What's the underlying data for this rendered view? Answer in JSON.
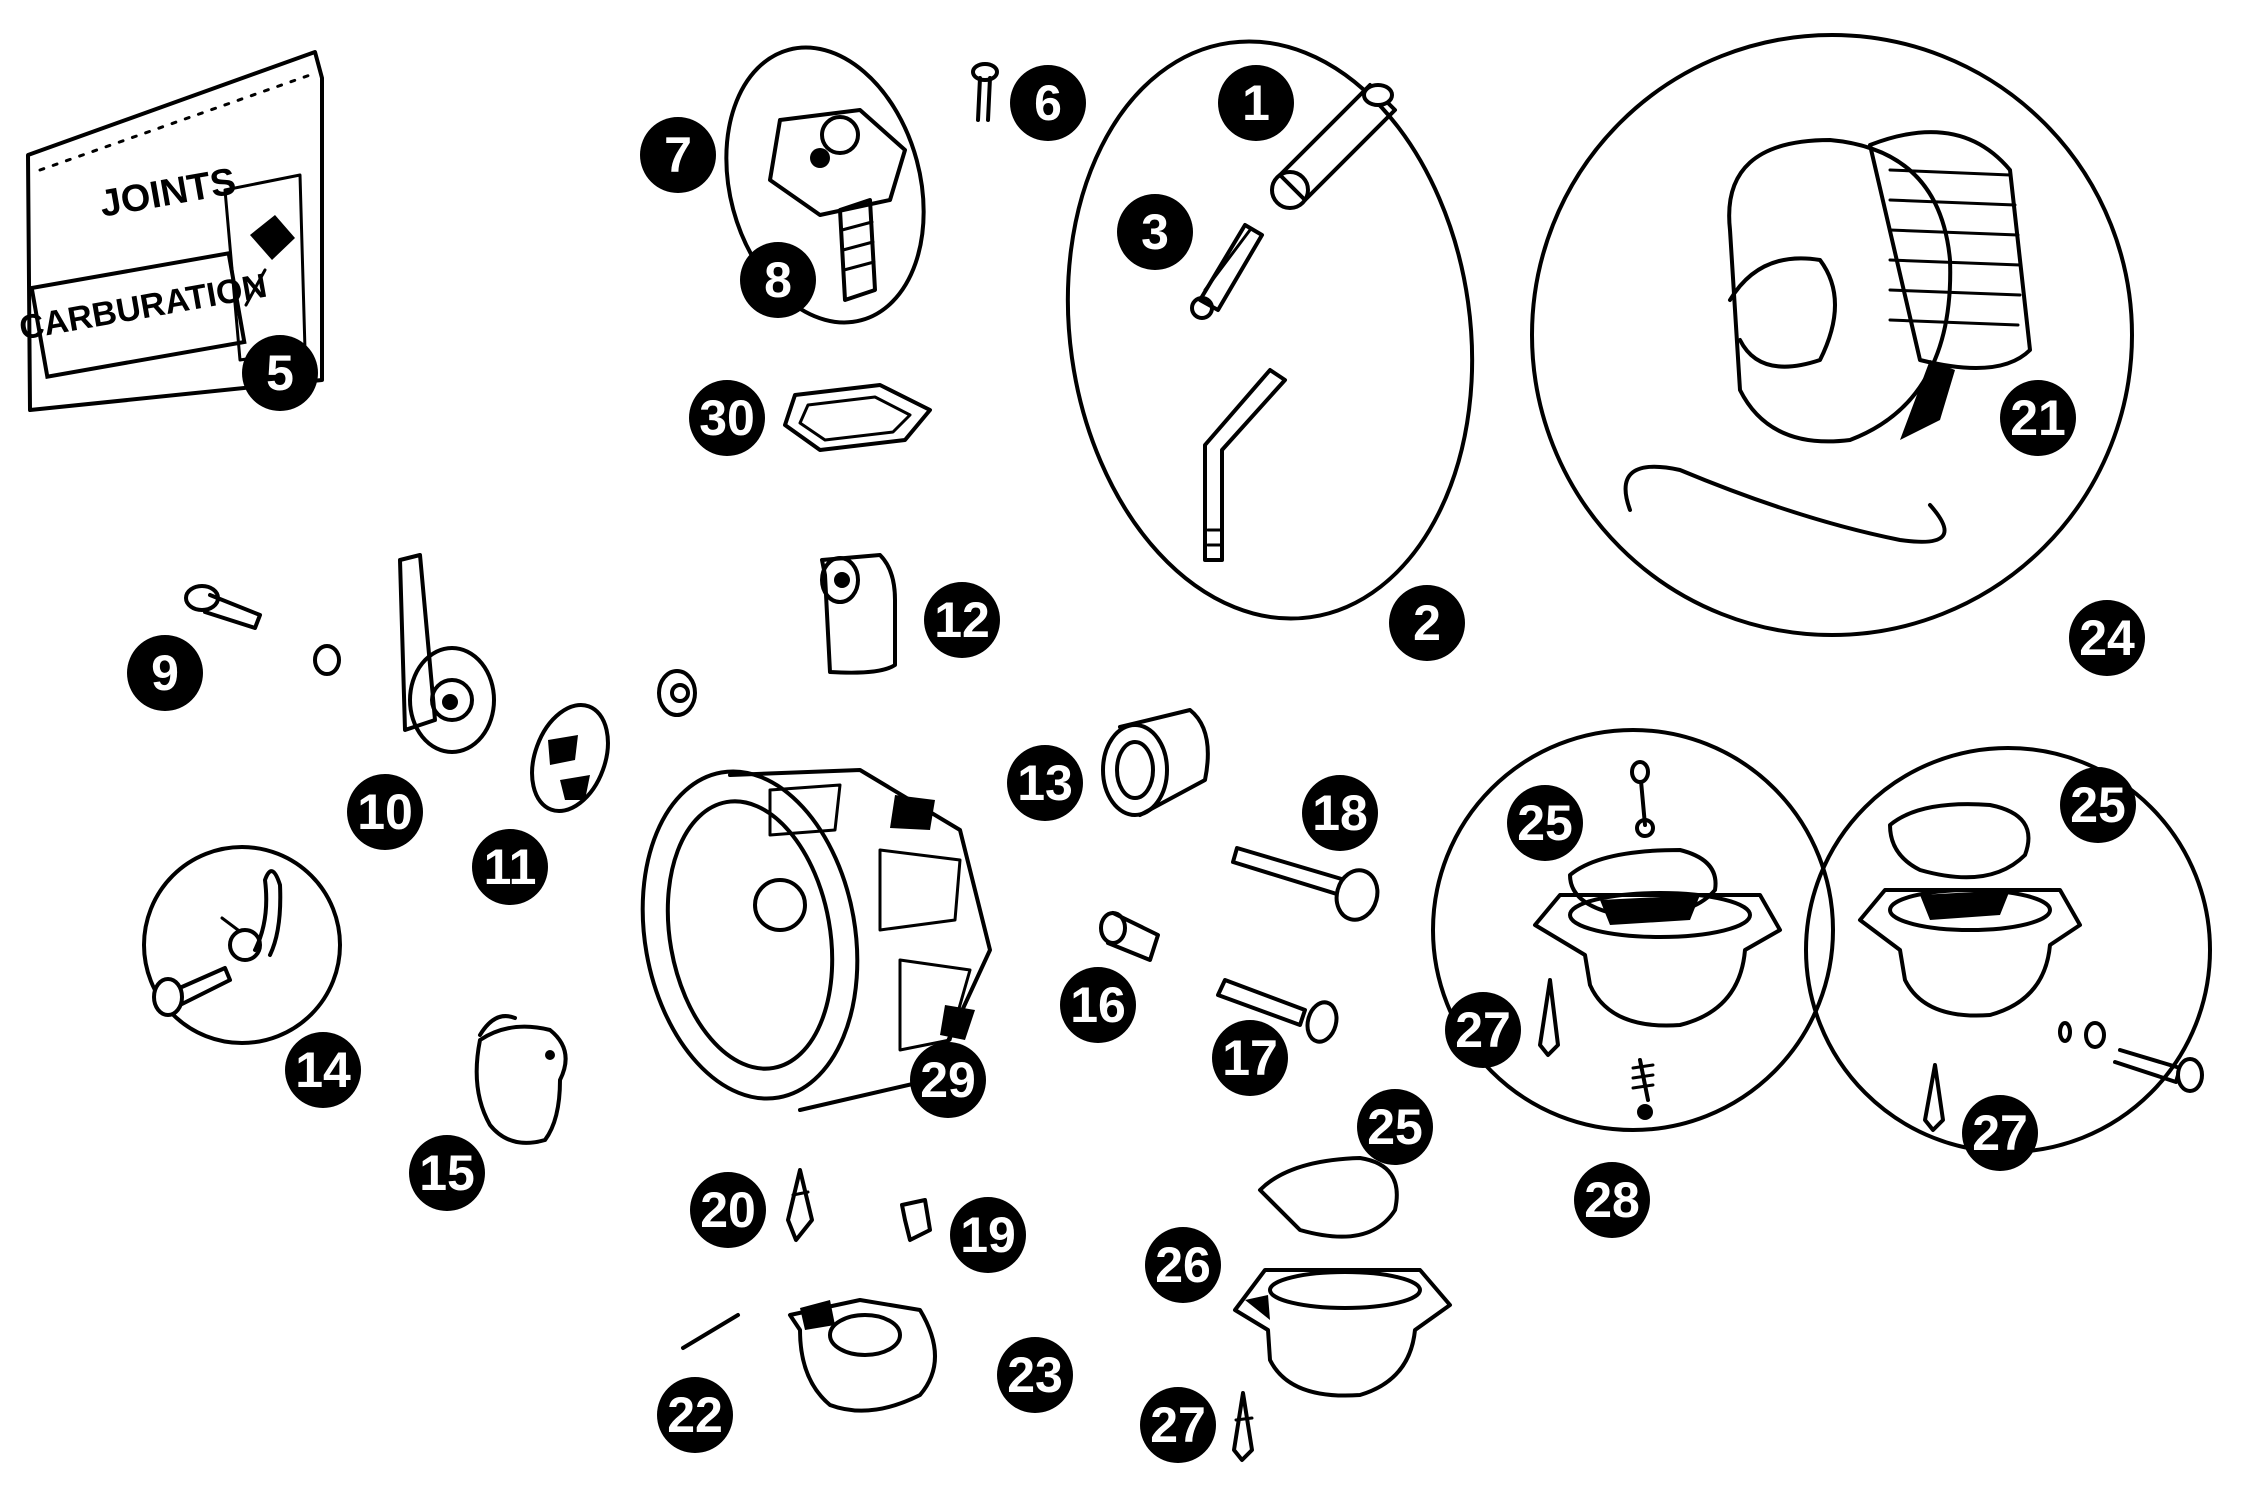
{
  "packet": {
    "title": "JOINTS",
    "subtitle": "CARBURATION"
  },
  "callouts": [
    {
      "id": "c1",
      "label": "1"
    },
    {
      "id": "c2",
      "label": "2"
    },
    {
      "id": "c3",
      "label": "3"
    },
    {
      "id": "c5",
      "label": "5"
    },
    {
      "id": "c6",
      "label": "6"
    },
    {
      "id": "c7",
      "label": "7"
    },
    {
      "id": "c8",
      "label": "8"
    },
    {
      "id": "c9",
      "label": "9"
    },
    {
      "id": "c10",
      "label": "10"
    },
    {
      "id": "c11",
      "label": "11"
    },
    {
      "id": "c12",
      "label": "12"
    },
    {
      "id": "c13",
      "label": "13"
    },
    {
      "id": "c14",
      "label": "14"
    },
    {
      "id": "c15",
      "label": "15"
    },
    {
      "id": "c16",
      "label": "16"
    },
    {
      "id": "c17",
      "label": "17"
    },
    {
      "id": "c18",
      "label": "18"
    },
    {
      "id": "c19",
      "label": "19"
    },
    {
      "id": "c20",
      "label": "20"
    },
    {
      "id": "c21",
      "label": "21"
    },
    {
      "id": "c22",
      "label": "22"
    },
    {
      "id": "c23",
      "label": "23"
    },
    {
      "id": "c24",
      "label": "24"
    },
    {
      "id": "c25a",
      "label": "25"
    },
    {
      "id": "c25b",
      "label": "25"
    },
    {
      "id": "c25c",
      "label": "25"
    },
    {
      "id": "c26",
      "label": "26"
    },
    {
      "id": "c27a",
      "label": "27"
    },
    {
      "id": "c27b",
      "label": "27"
    },
    {
      "id": "c27c",
      "label": "27"
    },
    {
      "id": "c28",
      "label": "28"
    },
    {
      "id": "c29",
      "label": "29"
    },
    {
      "id": "c30",
      "label": "30"
    }
  ]
}
